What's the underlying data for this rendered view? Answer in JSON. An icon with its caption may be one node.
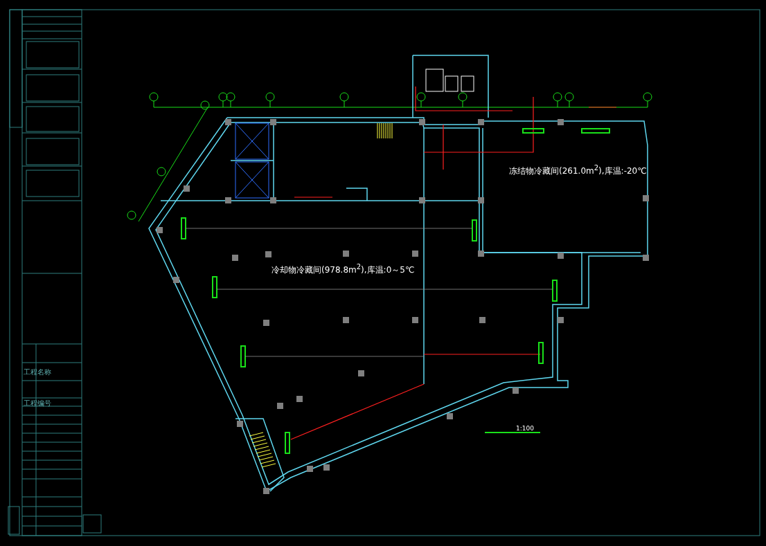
{
  "diagram": {
    "nodes": [
      {
        "text": [
          "冷却物冷藏间(978.8m$^{2}$),库温:0～5℃"
        ]
      },
      {
        "text": [
          "冻结物冷藏间(261.0m$^{2}$),库温:-20℃"
        ]
      }
    ],
    "labels": [
      "工程名称",
      "工程编号",
      "1:100"
    ]
  }
}
